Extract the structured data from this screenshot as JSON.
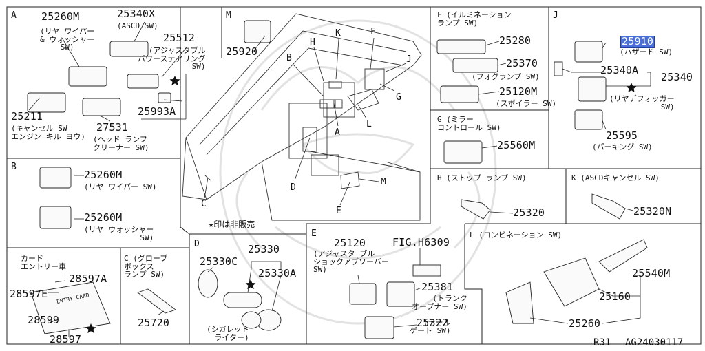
{
  "diagram": {
    "watermark": "ghost-emblem",
    "footer": {
      "model": "R31",
      "figure_id": "AG24030117"
    },
    "legend_note": "★印は非販売",
    "panels": {
      "A": {
        "letter": "A",
        "p1_num": "25260M",
        "p1_desc": "(リヤ ワイパー\n& ウォッシャー\nSW)",
        "p2_num": "25340X",
        "p2_desc": "(ASCD SW)",
        "p3_num": "25512",
        "p3_desc": "(アジャスタブル\nパワーステアリング\nSW)",
        "p4_num": "25211",
        "p4_desc": "(キャンセル SW\nエンジン キル ヨウ)",
        "p5_num": "27531",
        "p5_desc": "(ヘッド ランプ\nクリーナー SW)",
        "p6_num": "25993A"
      },
      "B": {
        "letter": "B",
        "p1_num": "25260M",
        "p1_desc": "(リヤ ワイパー SW)",
        "p2_num": "25260M",
        "p2_desc": "(リヤ ウォッシャー\nSW)"
      },
      "M": {
        "letter": "M",
        "p1_num": "25920"
      },
      "F": {
        "title": "F (イルミネーション\nランプ SW)",
        "p1_num": "25280",
        "p2_num": "25370",
        "p2_desc": "(フォグランプ SW)",
        "p3_num": "25120M",
        "p3_desc": "(スポイラー SW)"
      },
      "G": {
        "title": "G (ミラー\nコントロール SW)",
        "p1_num": "25560M"
      },
      "J": {
        "letter": "J",
        "p1_num": "25910",
        "p1_desc": "(ハザード SW)",
        "p2_num": "25340A",
        "p3_num": "25340",
        "p3_desc": "(リヤデフォッガー\nSW)",
        "p4_num": "25595",
        "p4_desc": "(パーキング SW)"
      },
      "H": {
        "title": "H (ストップ ランプ SW)",
        "p1_num": "25320"
      },
      "K": {
        "title": "K (ASCDキャンセル SW)",
        "p1_num": "25320N"
      },
      "L": {
        "title": "L (コンビネーション SW)",
        "p1_num": "25540M",
        "p2_num": "25160",
        "p3_num": "25260"
      },
      "E": {
        "letter": "E",
        "p1_num": "25120",
        "p1_desc": "(アジャスタ ブル\nショックアブソーバー\nSW)",
        "fig_ref": "FIG.H6309",
        "p2_num": "25381",
        "p2_desc": "(トランク\nオープナー SW)",
        "p3_num": "25322",
        "p3_desc": "(テール\nゲート SW)"
      },
      "D": {
        "letter": "D",
        "p1_num": "25330",
        "p2_num": "25330C",
        "p3_num": "25330A",
        "p1_desc": "(シガレット\nライター)"
      },
      "C": {
        "title": "C (グローブ\nボックス\nランプ SW)",
        "p1_num": "25720"
      },
      "card": {
        "title": "カード\nエントリー車",
        "p1_num": "28597A",
        "p2_num": "28597E",
        "p3_num": "28599",
        "p4_num": "28597",
        "card_text": "ENTRY CARD"
      }
    },
    "dash_callouts": [
      "B",
      "H",
      "K",
      "F",
      "J",
      "G",
      "A",
      "L",
      "C",
      "D",
      "E",
      "M"
    ]
  }
}
